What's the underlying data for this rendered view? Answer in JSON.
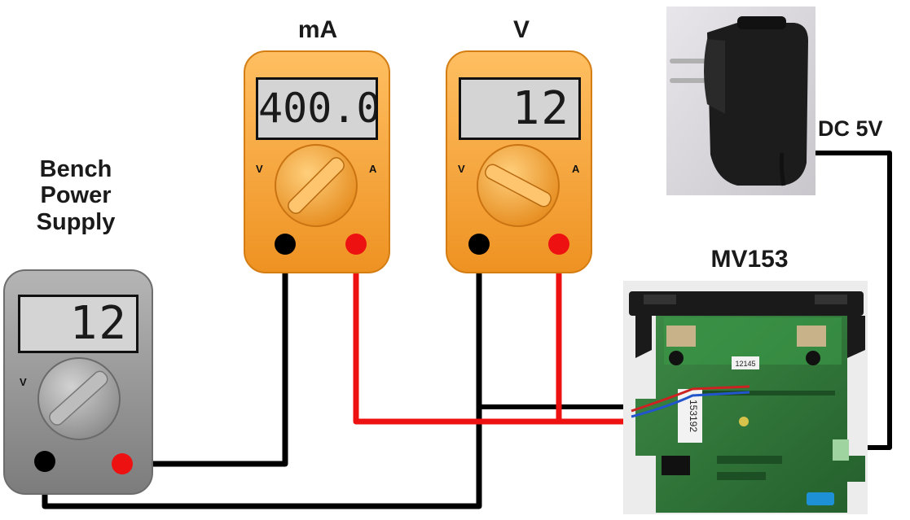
{
  "labels": {
    "bench": [
      "Bench",
      "Power",
      "Supply"
    ],
    "ma_meter": "mA",
    "v_meter": "V",
    "board": "MV153",
    "adapter": "DC 5V"
  },
  "meters": {
    "bench_reading": "12",
    "ma_reading": "400.0",
    "v_reading": "12"
  },
  "terminals": {
    "bench_v": "V",
    "ma_v": "V",
    "ma_a": "A",
    "vm_v": "V",
    "vm_a": "A"
  },
  "board_text": {
    "sticker": "153192",
    "tag": "12145"
  },
  "colors": {
    "meter_orange": "#f5a030",
    "bench_gray": "#8e8e8e",
    "wire_black": "#000000",
    "wire_red": "#ee1111",
    "pcb_green": "#2f7a3a"
  }
}
